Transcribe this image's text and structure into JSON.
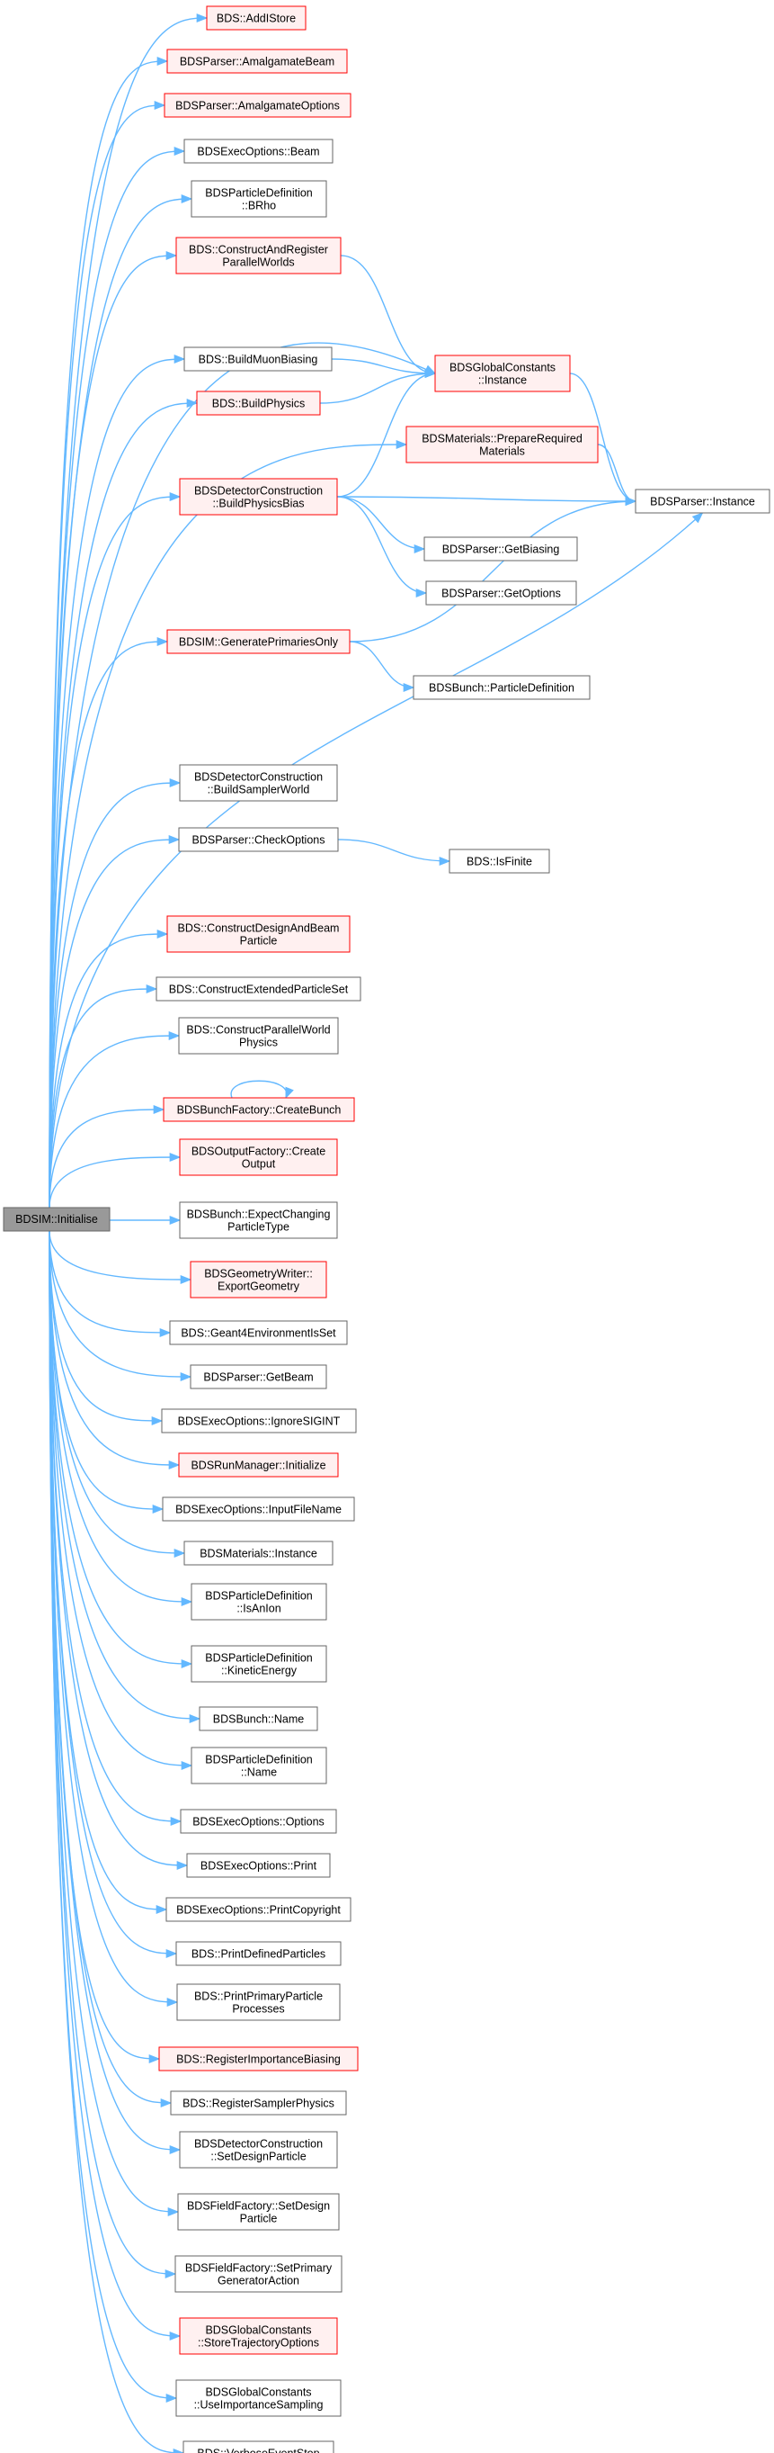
{
  "root": {
    "label": "BDSIM::Initialise"
  },
  "nodes": [
    {
      "id": "n1",
      "lines": [
        "BDS::AddIStore"
      ],
      "status": "red"
    },
    {
      "id": "n2",
      "lines": [
        "BDSParser::AmalgamateBeam"
      ],
      "status": "red"
    },
    {
      "id": "n3",
      "lines": [
        "BDSParser::AmalgamateOptions"
      ],
      "status": "red"
    },
    {
      "id": "n4",
      "lines": [
        "BDSExecOptions::Beam"
      ],
      "status": "normal"
    },
    {
      "id": "n5",
      "lines": [
        "BDSParticleDefinition",
        "::BRho"
      ],
      "status": "normal"
    },
    {
      "id": "n6",
      "lines": [
        "BDS::ConstructAndRegister",
        "ParallelWorlds"
      ],
      "status": "red"
    },
    {
      "id": "n7",
      "lines": [
        "BDS::BuildMuonBiasing"
      ],
      "status": "normal"
    },
    {
      "id": "n8",
      "lines": [
        "BDS::BuildPhysics"
      ],
      "status": "red"
    },
    {
      "id": "n9",
      "lines": [
        "BDSDetectorConstruction",
        "::BuildPhysicsBias"
      ],
      "status": "red"
    },
    {
      "id": "n10",
      "lines": [
        "BDSIM::GeneratePrimariesOnly"
      ],
      "status": "red"
    },
    {
      "id": "n11",
      "lines": [
        "BDSDetectorConstruction",
        "::BuildSamplerWorld"
      ],
      "status": "normal"
    },
    {
      "id": "n12",
      "lines": [
        "BDSParser::CheckOptions"
      ],
      "status": "normal"
    },
    {
      "id": "n13",
      "lines": [
        "BDS::ConstructDesignAndBeam",
        "Particle"
      ],
      "status": "red"
    },
    {
      "id": "n14",
      "lines": [
        "BDS::ConstructExtendedParticleSet"
      ],
      "status": "normal"
    },
    {
      "id": "n15",
      "lines": [
        "BDS::ConstructParallelWorld",
        "Physics"
      ],
      "status": "normal"
    },
    {
      "id": "n16",
      "lines": [
        "BDSBunchFactory::CreateBunch"
      ],
      "status": "red"
    },
    {
      "id": "n17",
      "lines": [
        "BDSOutputFactory::Create",
        "Output"
      ],
      "status": "red"
    },
    {
      "id": "n18",
      "lines": [
        "BDSBunch::ExpectChanging",
        "ParticleType"
      ],
      "status": "normal"
    },
    {
      "id": "n19",
      "lines": [
        "BDSGeometryWriter::",
        "ExportGeometry"
      ],
      "status": "red"
    },
    {
      "id": "n20",
      "lines": [
        "BDS::Geant4EnvironmentIsSet"
      ],
      "status": "normal"
    },
    {
      "id": "n21",
      "lines": [
        "BDSParser::GetBeam"
      ],
      "status": "normal"
    },
    {
      "id": "n22",
      "lines": [
        "BDSExecOptions::IgnoreSIGINT"
      ],
      "status": "normal"
    },
    {
      "id": "n23",
      "lines": [
        "BDSRunManager::Initialize"
      ],
      "status": "red"
    },
    {
      "id": "n24",
      "lines": [
        "BDSExecOptions::InputFileName"
      ],
      "status": "normal"
    },
    {
      "id": "n25",
      "lines": [
        "BDSMaterials::Instance"
      ],
      "status": "normal"
    },
    {
      "id": "n26",
      "lines": [
        "BDSParticleDefinition",
        "::IsAnIon"
      ],
      "status": "normal"
    },
    {
      "id": "n27",
      "lines": [
        "BDSParticleDefinition",
        "::KineticEnergy"
      ],
      "status": "normal"
    },
    {
      "id": "n28",
      "lines": [
        "BDSBunch::Name"
      ],
      "status": "normal"
    },
    {
      "id": "n29",
      "lines": [
        "BDSParticleDefinition",
        "::Name"
      ],
      "status": "normal"
    },
    {
      "id": "n30",
      "lines": [
        "BDSExecOptions::Options"
      ],
      "status": "normal"
    },
    {
      "id": "n31",
      "lines": [
        "BDSExecOptions::Print"
      ],
      "status": "normal"
    },
    {
      "id": "n32",
      "lines": [
        "BDSExecOptions::PrintCopyright"
      ],
      "status": "normal"
    },
    {
      "id": "n33",
      "lines": [
        "BDS::PrintDefinedParticles"
      ],
      "status": "normal"
    },
    {
      "id": "n34",
      "lines": [
        "BDS::PrintPrimaryParticle",
        "Processes"
      ],
      "status": "normal"
    },
    {
      "id": "n35",
      "lines": [
        "BDS::RegisterImportanceBiasing"
      ],
      "status": "red"
    },
    {
      "id": "n36",
      "lines": [
        "BDS::RegisterSamplerPhysics"
      ],
      "status": "normal"
    },
    {
      "id": "n37",
      "lines": [
        "BDSDetectorConstruction",
        "::SetDesignParticle"
      ],
      "status": "normal"
    },
    {
      "id": "n38",
      "lines": [
        "BDSFieldFactory::SetDesign",
        "Particle"
      ],
      "status": "normal"
    },
    {
      "id": "n39",
      "lines": [
        "BDSFieldFactory::SetPrimary",
        "GeneratorAction"
      ],
      "status": "normal"
    },
    {
      "id": "n40",
      "lines": [
        "BDSGlobalConstants",
        "::StoreTrajectoryOptions"
      ],
      "status": "red"
    },
    {
      "id": "n41",
      "lines": [
        "BDSGlobalConstants",
        "::UseImportanceSampling"
      ],
      "status": "normal"
    },
    {
      "id": "n42",
      "lines": [
        "BDS::VerboseEventStop"
      ],
      "status": "normal"
    },
    {
      "id": "g1",
      "lines": [
        "BDSGlobalConstants",
        "::Instance"
      ],
      "status": "red"
    },
    {
      "id": "g2",
      "lines": [
        "BDSMaterials::PrepareRequired",
        "Materials"
      ],
      "status": "red"
    },
    {
      "id": "g3",
      "lines": [
        "BDSParser::Instance"
      ],
      "status": "normal"
    },
    {
      "id": "g4",
      "lines": [
        "BDSParser::GetBiasing"
      ],
      "status": "normal"
    },
    {
      "id": "g5",
      "lines": [
        "BDSParser::GetOptions"
      ],
      "status": "normal"
    },
    {
      "id": "g6",
      "lines": [
        "BDSBunch::ParticleDefinition"
      ],
      "status": "normal"
    },
    {
      "id": "g7",
      "lines": [
        "BDS::IsFinite"
      ],
      "status": "normal"
    }
  ],
  "edges": [
    {
      "from": "n6",
      "to": "g1"
    },
    {
      "from": "n7",
      "to": "g1"
    },
    {
      "from": "n8",
      "to": "g1"
    },
    {
      "from": "n9",
      "to": "g1"
    },
    {
      "from": "g1",
      "to": "g3"
    },
    {
      "from": "g2",
      "to": "g3"
    },
    {
      "from": "n9",
      "to": "g3"
    },
    {
      "from": "n9",
      "to": "g4"
    },
    {
      "from": "n9",
      "to": "g5"
    },
    {
      "from": "n10",
      "to": "g3"
    },
    {
      "from": "n10",
      "to": "g6"
    },
    {
      "from": "n12",
      "to": "g7"
    },
    {
      "from": "n16",
      "to": "n16"
    }
  ],
  "colors": {
    "edge": "#63b8ff",
    "root_fill": "#999999",
    "normal_stroke": "#666666",
    "red_stroke": "#ff0000",
    "red_fill": "#fff0f0",
    "text": "#000000"
  }
}
